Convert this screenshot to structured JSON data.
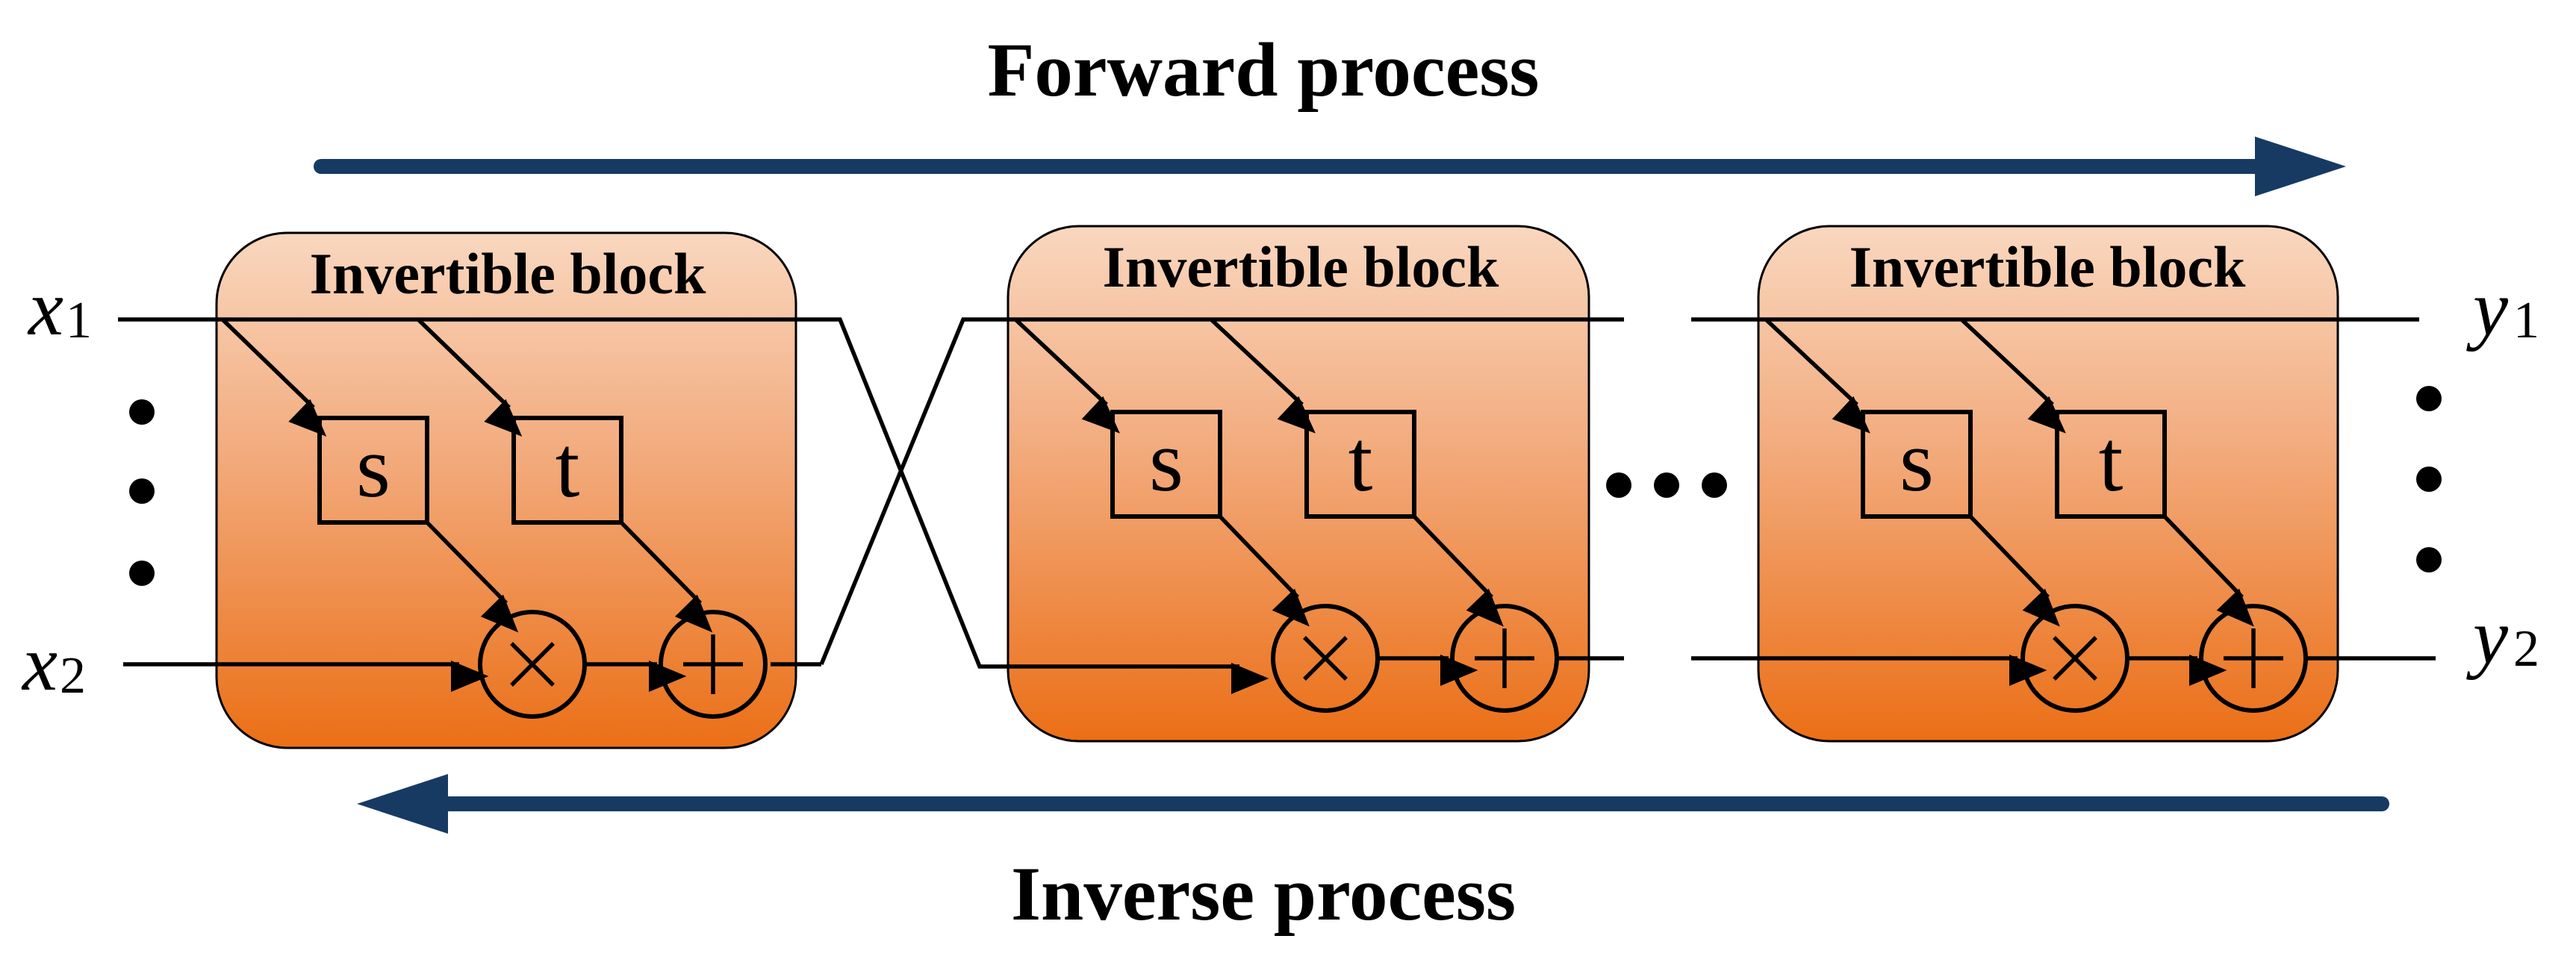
{
  "title_forward": "Forward process",
  "title_inverse": "Inverse process",
  "block_label": "Invertible block",
  "blocks": [
    {
      "title": "Invertible block",
      "s": "s",
      "t": "t"
    },
    {
      "title": "Invertible block",
      "s": "s",
      "t": "t"
    },
    {
      "title": "Invertible block",
      "s": "s",
      "t": "t"
    }
  ],
  "inputs": [
    {
      "var": "x",
      "sub": "1"
    },
    {
      "var": "x",
      "sub": "2"
    }
  ],
  "outputs": [
    {
      "var": "y",
      "sub": "1"
    },
    {
      "var": "y",
      "sub": "2"
    }
  ],
  "ops": {
    "multiply": "×",
    "add": "+"
  },
  "colors": {
    "arrow": "#173a63",
    "block_top": "#f9d7bf",
    "block_mid": "#f1a06c",
    "block_bottom": "#eb6f16"
  }
}
